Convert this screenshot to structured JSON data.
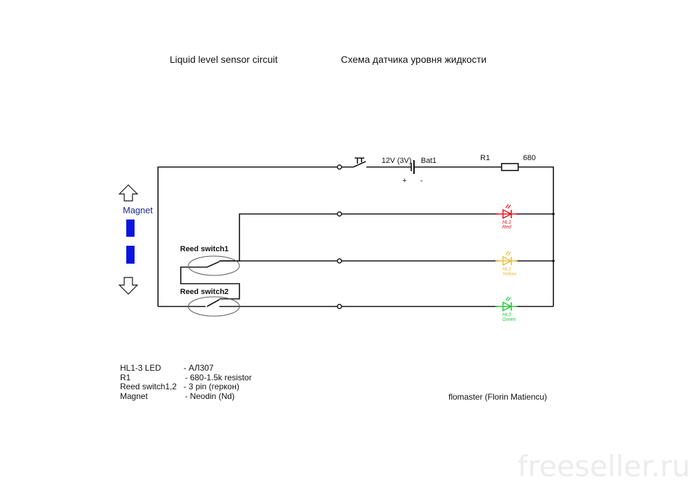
{
  "title_en": "Liquid level sensor circuit",
  "title_ru": "Схема датчика уровня жидкости",
  "magnet_label": "Magnet",
  "reed_switch1": "Reed switch1",
  "reed_switch2": "Reed switch2",
  "battery": {
    "voltage": "12V (3V)",
    "name": "Bat1",
    "plus": "+",
    "minus": "-"
  },
  "resistor": {
    "name": "R1",
    "value": "680"
  },
  "leds": [
    {
      "name": "HL1",
      "color_name": "Red",
      "color": "#e0141e"
    },
    {
      "name": "HL2",
      "color_name": "Yellow",
      "color": "#e8c040"
    },
    {
      "name": "HL3",
      "color_name": "Green",
      "color": "#22c83a"
    }
  ],
  "legend": [
    {
      "key": "HL1-3 LED",
      "value": "- АЛ307"
    },
    {
      "key": "R1",
      "value": "- 680-1.5k resistor"
    },
    {
      "key": "Reed switch1,2",
      "value": "- 3 pin (геркон)"
    },
    {
      "key": "Magnet",
      "value": "- Neodin (Nd)"
    }
  ],
  "author": "flomaster (Florin Matiencu)",
  "watermark": "freeseller.ru",
  "colors": {
    "magnet": "#0a14e0",
    "magnet_label": "#1a2a90",
    "wire": "#111111"
  }
}
